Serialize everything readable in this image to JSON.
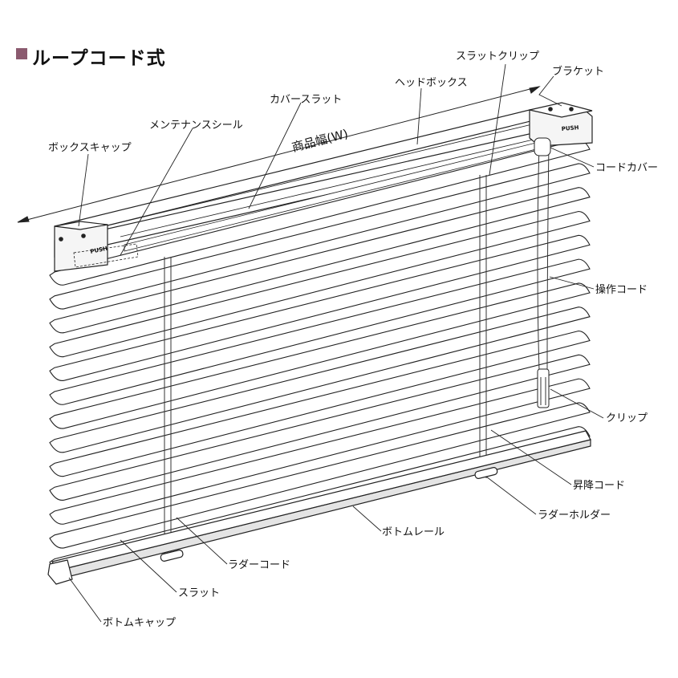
{
  "title": "ループコード式",
  "accent_color": "#8b5a6f",
  "width_label": "商品幅(W)",
  "push_label": "PUSH",
  "labels": {
    "slat_clip": "スラットクリップ",
    "bracket": "ブラケット",
    "head_box": "ヘッドボックス",
    "cover_slat": "カバースラット",
    "maintenance_seal": "メンテナンスシール",
    "box_cap": "ボックスキャップ",
    "cord_cover": "コードカバー",
    "operating_cord": "操作コード",
    "clip": "クリップ",
    "lift_cord": "昇降コード",
    "ladder_holder": "ラダーホルダー",
    "bottom_rail": "ボトムレール",
    "ladder_cord": "ラダーコード",
    "slat": "スラット",
    "bottom_cap": "ボトムキャップ"
  }
}
